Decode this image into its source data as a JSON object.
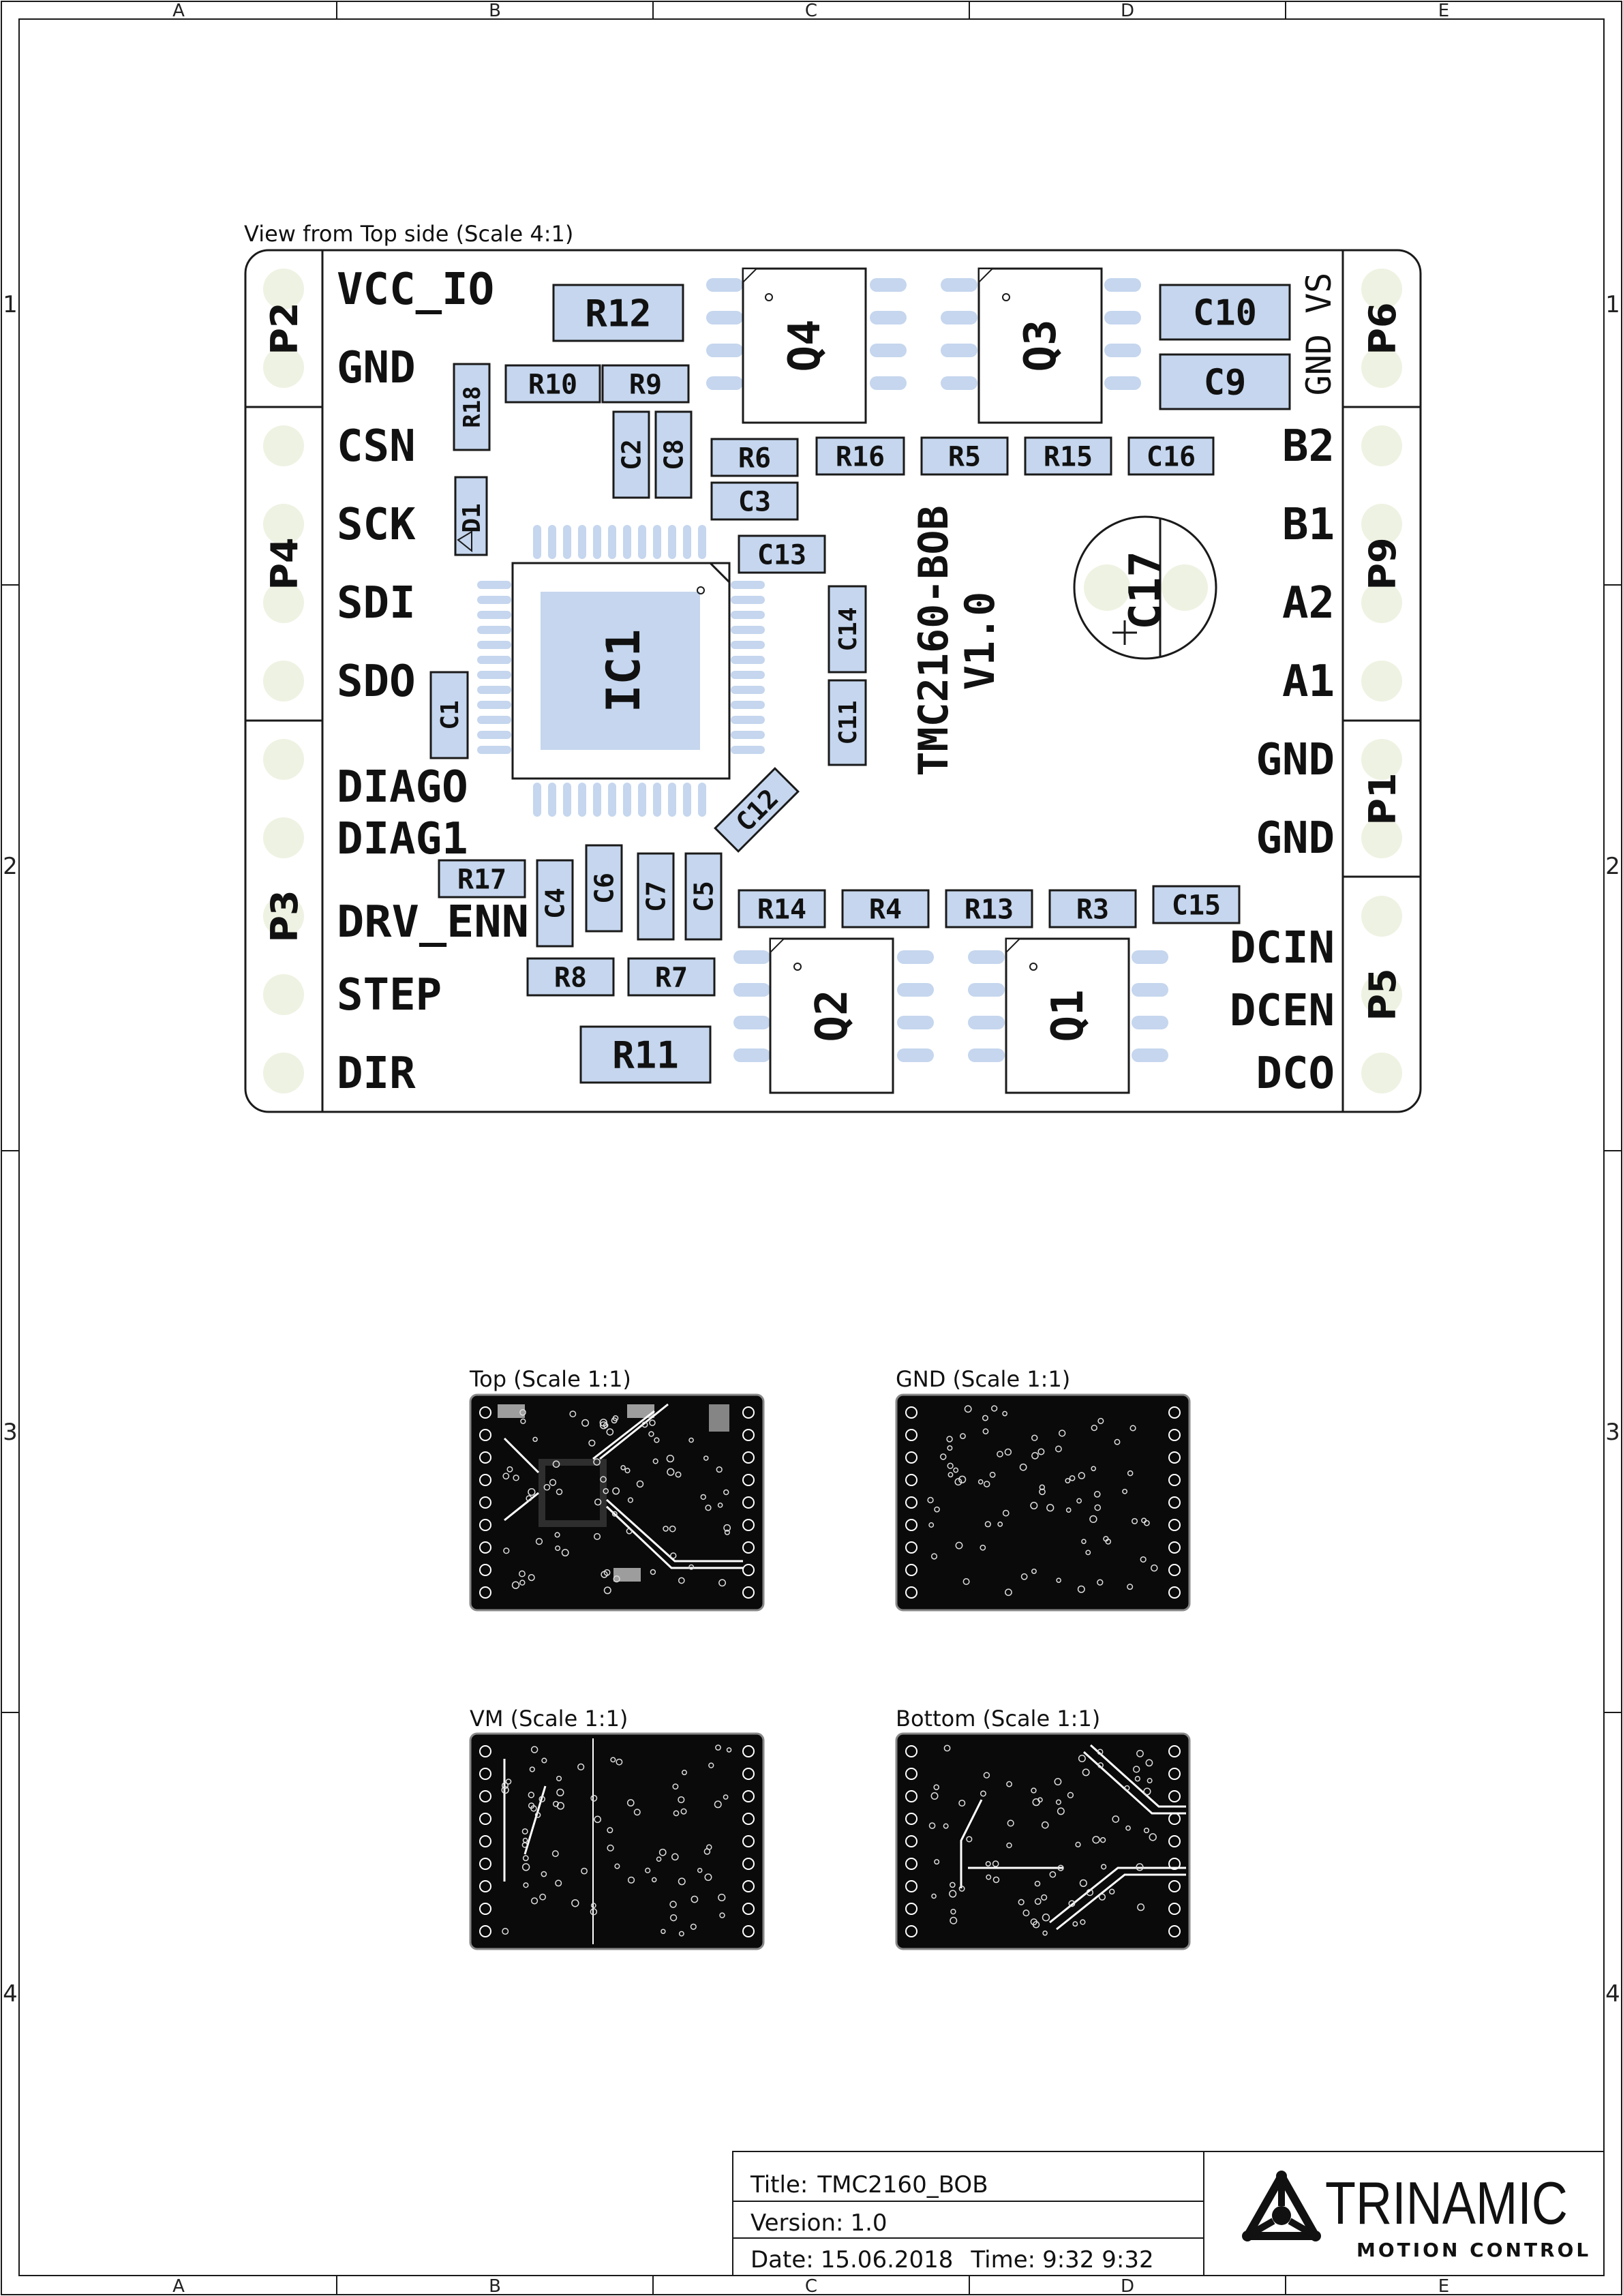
{
  "frame": {
    "columns": [
      "A",
      "B",
      "C",
      "D",
      "E"
    ],
    "rows": [
      "1",
      "2",
      "3",
      "4"
    ]
  },
  "top_view": {
    "caption": "View from Top side (Scale 4:1)",
    "connectors": [
      {
        "id": "P2"
      },
      {
        "id": "P4"
      },
      {
        "id": "P3"
      },
      {
        "id": "P6"
      },
      {
        "id": "P9"
      },
      {
        "id": "P1"
      },
      {
        "id": "P5"
      }
    ],
    "left_pins": [
      "VCC_IO",
      "GND",
      "CSN",
      "SCK",
      "SDI",
      "SDO",
      "DIAGO",
      "DIAG1",
      "DRV_ENN",
      "STEP",
      "DIR"
    ],
    "right_pins": [
      "B2",
      "B1",
      "A2",
      "A1",
      "GND",
      "GND",
      "DCIN",
      "DCEN",
      "DCO"
    ],
    "power_label": "GND VS",
    "board_name": "TMC2160-BOB",
    "board_version": "V1.0",
    "components": [
      {
        "ref": "R12"
      },
      {
        "ref": "R10"
      },
      {
        "ref": "R9"
      },
      {
        "ref": "R18"
      },
      {
        "ref": "C2"
      },
      {
        "ref": "C8"
      },
      {
        "ref": "D1"
      },
      {
        "ref": "IC1"
      },
      {
        "ref": "Q4"
      },
      {
        "ref": "Q3"
      },
      {
        "ref": "C10"
      },
      {
        "ref": "C9"
      },
      {
        "ref": "R6"
      },
      {
        "ref": "R16"
      },
      {
        "ref": "R5"
      },
      {
        "ref": "R15"
      },
      {
        "ref": "C16"
      },
      {
        "ref": "C3"
      },
      {
        "ref": "C13"
      },
      {
        "ref": "C14"
      },
      {
        "ref": "C11"
      },
      {
        "ref": "C1"
      },
      {
        "ref": "C12"
      },
      {
        "ref": "C17"
      },
      {
        "ref": "R17"
      },
      {
        "ref": "C4"
      },
      {
        "ref": "C6"
      },
      {
        "ref": "C7"
      },
      {
        "ref": "C5"
      },
      {
        "ref": "R14"
      },
      {
        "ref": "R4"
      },
      {
        "ref": "R13"
      },
      {
        "ref": "R3"
      },
      {
        "ref": "C15"
      },
      {
        "ref": "R8"
      },
      {
        "ref": "R7"
      },
      {
        "ref": "R11"
      },
      {
        "ref": "Q2"
      },
      {
        "ref": "Q1"
      }
    ]
  },
  "layer_views": [
    {
      "caption": "Top (Scale 1:1)"
    },
    {
      "caption": "GND (Scale 1:1)"
    },
    {
      "caption": "VM (Scale 1:1)"
    },
    {
      "caption": "Bottom (Scale 1:1)"
    }
  ],
  "title_block": {
    "title_label": "Title:",
    "title_value": "TMC2160_BOB",
    "version_label": "Version:",
    "version_value": "1.0",
    "date_label": "Date:",
    "date_value": "15.06.2018",
    "time_label": "Time:",
    "time_value": "9:32 9:32",
    "logo_name": "TRINAMIC",
    "logo_tagline": "MOTION CONTROL",
    "logo_icon": "trinamic-triskelion-icon"
  },
  "colors": {
    "component_fill": "#c5d6ee",
    "pad_fill": "#eef2e2",
    "outline": "#1a1a1a"
  }
}
